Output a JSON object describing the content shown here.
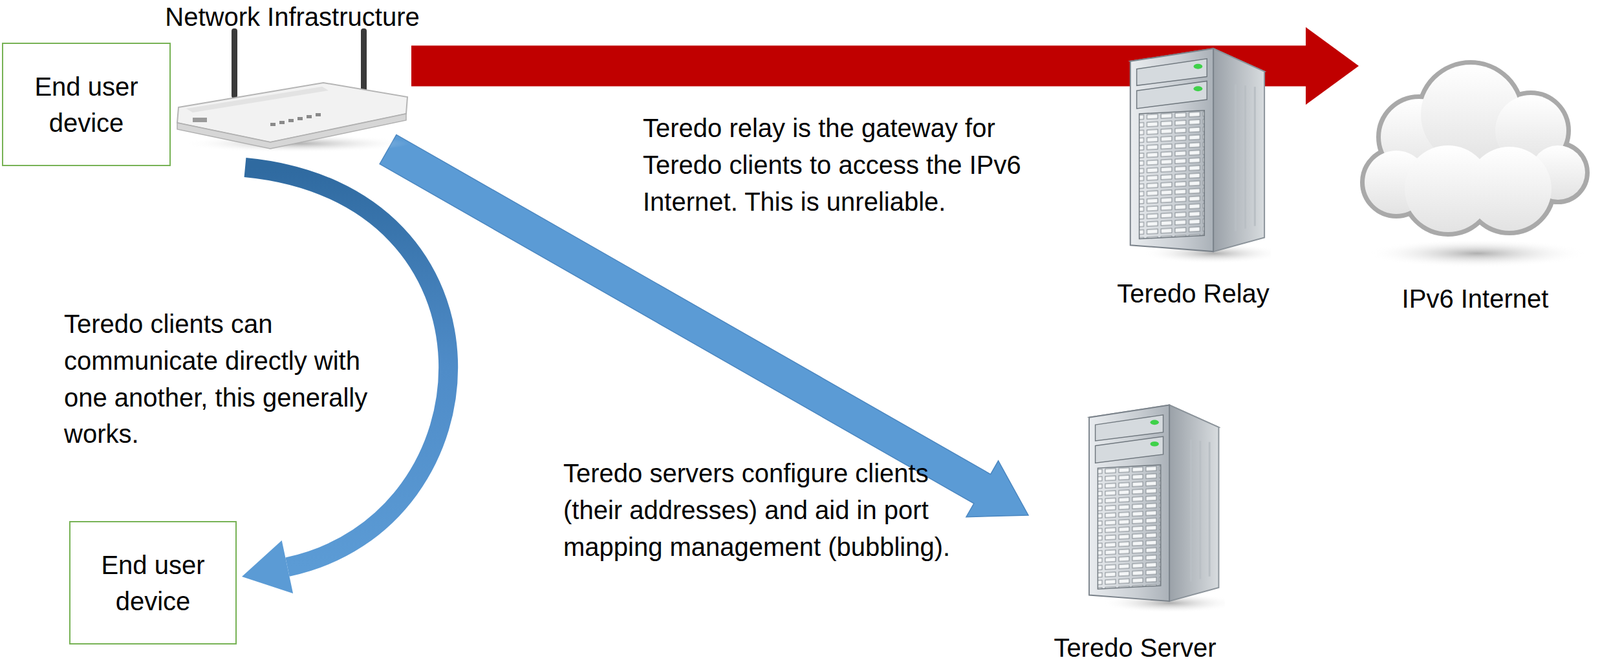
{
  "diagram": {
    "nodes": [
      {
        "text": [
          "End user device"
        ]
      },
      {
        "text": [
          "Network Infrastructure"
        ]
      },
      {
        "text": [
          "End user device"
        ]
      },
      {
        "text": [
          "Teredo Relay"
        ]
      },
      {
        "text": [
          "IPv6 Internet"
        ]
      },
      {
        "text": [
          "Teredo Server"
        ]
      }
    ],
    "edges": [
      {
        "from": 1,
        "to": 4,
        "arrow": "to"
      },
      {
        "from": 1,
        "to": 2,
        "arrow": "to"
      },
      {
        "from": 1,
        "to": 5,
        "arrow": "to"
      }
    ],
    "labels": [
      "Teredo relay is the gateway for Teredo clients to access the IPv6 Internet. This is unreliable.",
      "Teredo clients can communicate directly with one another, this generally works.",
      "Teredo servers configure clients (their addresses) and aid in port mapping management (bubbling)."
    ]
  }
}
